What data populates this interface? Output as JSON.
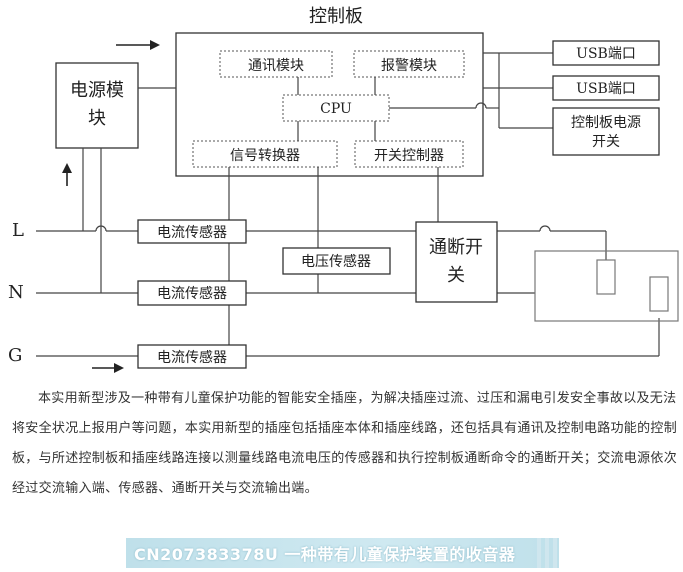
{
  "diagram": {
    "title": "控制板",
    "power_module": [
      "电源模",
      "块"
    ],
    "comm_module": "通讯模块",
    "alarm_module": "报警模块",
    "cpu": "CPU",
    "signal_converter": "信号转换器",
    "switch_controller": "开关控制器",
    "usb_port_1": "USB端口",
    "usb_port_2": "USB端口",
    "board_power_switch": [
      "控制板电源",
      "开关"
    ],
    "line_l": "L",
    "line_n": "N",
    "line_g": "G",
    "current_sensor_l": "电流传感器",
    "current_sensor_n": "电流传感器",
    "current_sensor_g": "电流传感器",
    "voltage_sensor": "电压传感器",
    "on_off_switch": [
      "通断开",
      "关"
    ]
  },
  "description": "本实用新型涉及一种带有儿童保护功能的智能安全插座，为解决插座过流、过压和漏电引发安全事故以及无法将安全状况上报用户等问题，本实用新型的插座包括插座本体和插座线路，还包括具有通讯及控制电路功能的控制板，与所述控制板和插座线路连接以测量线路电流电压的传感器和执行控制板通断命令的通断开关；交流电源依次经过交流输入端、传感器、通断开关与交流输出端。",
  "banner": "CN207383378U  一种带有儿童保护装置的收音器"
}
